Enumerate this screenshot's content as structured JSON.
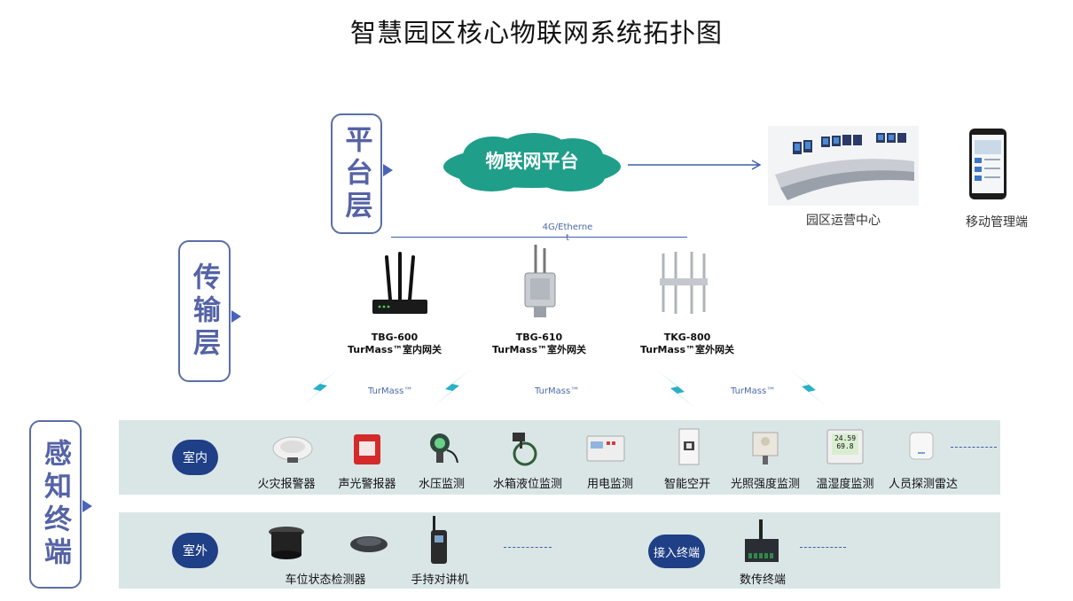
{
  "title": "智慧园区核心物联网系统拓扑图",
  "layers": {
    "platform": "平台层",
    "transport": "传输层",
    "perception": "感知终端"
  },
  "platform": {
    "cloud_label": "物联网平台",
    "ops_center_label": "园区运营中心",
    "mobile_label": "移动管理端"
  },
  "network_label": "4G/Etherne\nt",
  "gateways": [
    {
      "model": "TBG-600",
      "name": "TurMass™室内网关"
    },
    {
      "model": "TBG-610",
      "name": "TurMass™室外网关"
    },
    {
      "model": "TKG-800",
      "name": "TurMass™室外网关"
    }
  ],
  "turmass_labels": [
    "TurMass™",
    "TurMass™",
    "TurMass™"
  ],
  "indoor": {
    "tag": "室内",
    "devices": [
      "火灾报警器",
      "声光警报器",
      "水压监测",
      "水箱液位监测",
      "用电监测",
      "智能空开",
      "光照强度监测",
      "温湿度监测",
      "人员探测雷达"
    ]
  },
  "outdoor": {
    "tag": "室外",
    "devices": [
      "车位状态检测器",
      "手持对讲机"
    ],
    "access_tag": "接入终端",
    "access_devices": [
      "数传终端"
    ]
  },
  "sensor_readout": [
    "24.59",
    "69.8"
  ],
  "colors": {
    "accent": "#5563a6",
    "cloud": "#1f9e8a",
    "band": "#dae6e6",
    "pill": "#1f3f86"
  }
}
